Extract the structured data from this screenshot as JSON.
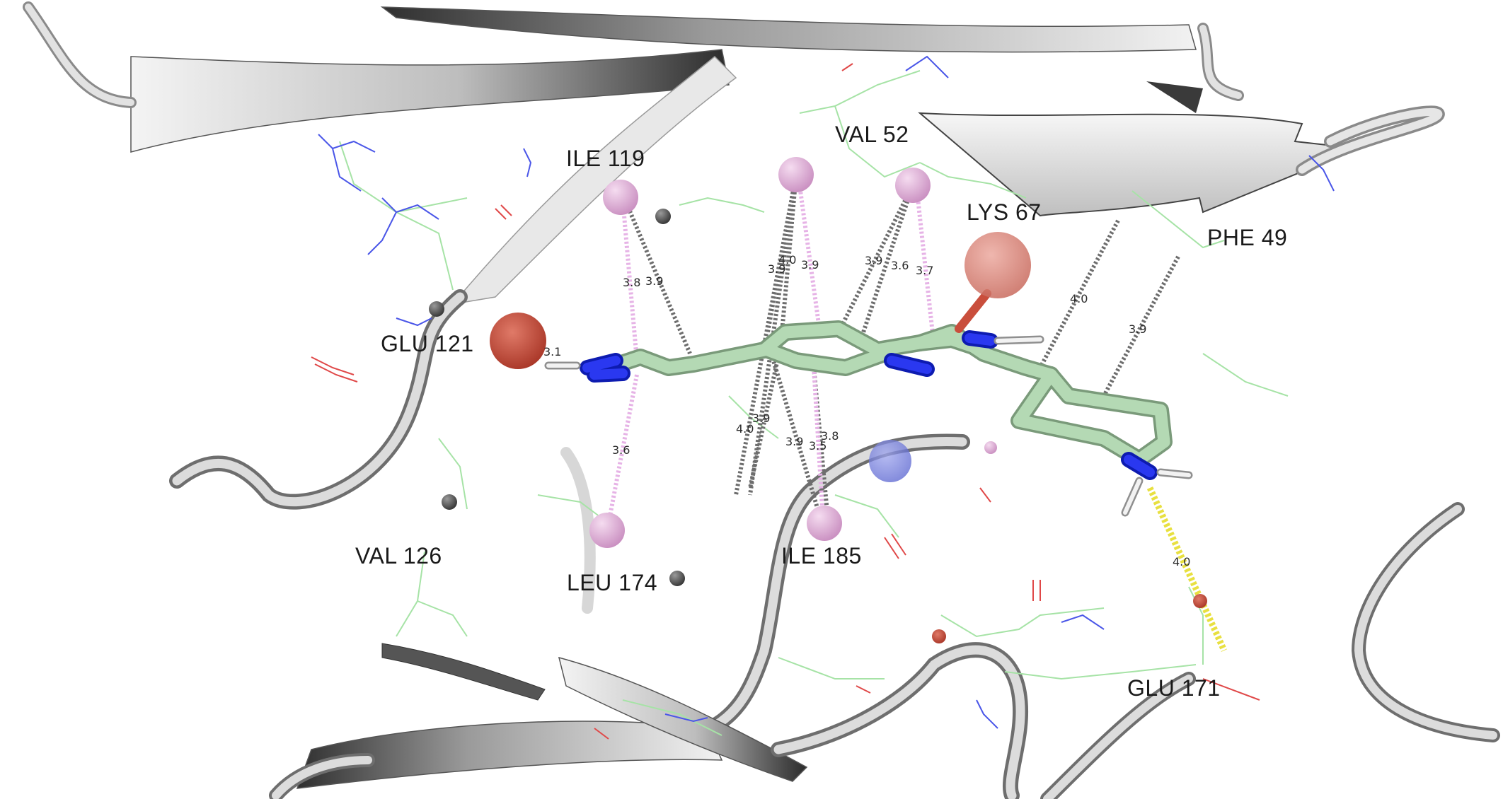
{
  "residues": {
    "ile119": "ILE 119",
    "val52": "VAL 52",
    "lys67": "LYS 67",
    "phe49": "PHE 49",
    "glu121": "GLU 121",
    "val126": "VAL 126",
    "leu174": "LEU 174",
    "ile185": "ILE 185",
    "glu171": "GLU 171"
  },
  "distances": {
    "ile119_a": "3.8",
    "ile119_b": "3.9",
    "center_a": "3.9",
    "center_b": "4.0",
    "center_c": "3.9",
    "right_a": "3.9",
    "right_b": "3.6",
    "right_c": "3.7",
    "phe49_a": "4.0",
    "phe49_b": "3.9",
    "leu174": "3.6",
    "lower_a": "4.0",
    "lower_b": "3.9",
    "lower_c": "3.9",
    "lower_d": "3.5",
    "lower_e": "3.8",
    "glu121": "3.1",
    "glu171": "4.0"
  },
  "colors": {
    "ligand_carbon": "#b4d9b4",
    "ligand_nitrogen": "#1524d8",
    "alkyl_contact": "#e6b3e6",
    "hydrophobic_contact": "#6d6d6d",
    "salt_bridge": "#e8e040",
    "oxygen_sphere": "#c94e3c",
    "ribbon": "#d9d9d9"
  }
}
